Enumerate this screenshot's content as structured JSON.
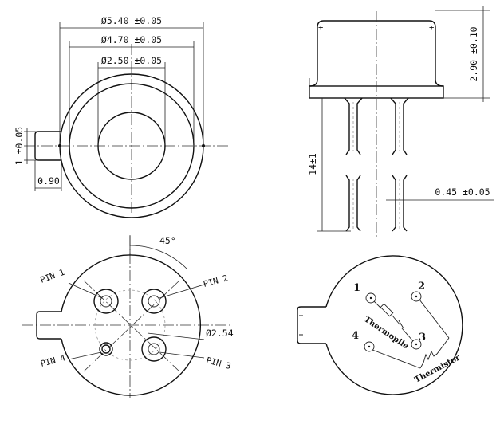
{
  "top_view": {
    "dim_outer_diameter": "Ø5.40 ±0.05",
    "dim_can_diameter": "Ø4.70 ±0.05",
    "dim_window_diameter": "Ø2.50 ±0.05",
    "dim_tab_width": "1 ±0.05",
    "dim_tab_length": "0.90"
  },
  "side_view": {
    "dim_can_height": "2.90 ±0.10",
    "dim_lead_length": "14±1",
    "dim_lead_diameter": "0.45 ±0.05"
  },
  "bottom_view": {
    "pin_1": "PIN 1",
    "pin_2": "PIN 2",
    "pin_3": "PIN 3",
    "pin_4": "PIN 4",
    "angle": "45°",
    "pitch_circle": "Ø2.54"
  },
  "schematic": {
    "num_1": "1",
    "num_2": "2",
    "num_3": "3",
    "num_4": "4",
    "thermopile": "Thermopile",
    "thermistor": "Thermistor"
  }
}
